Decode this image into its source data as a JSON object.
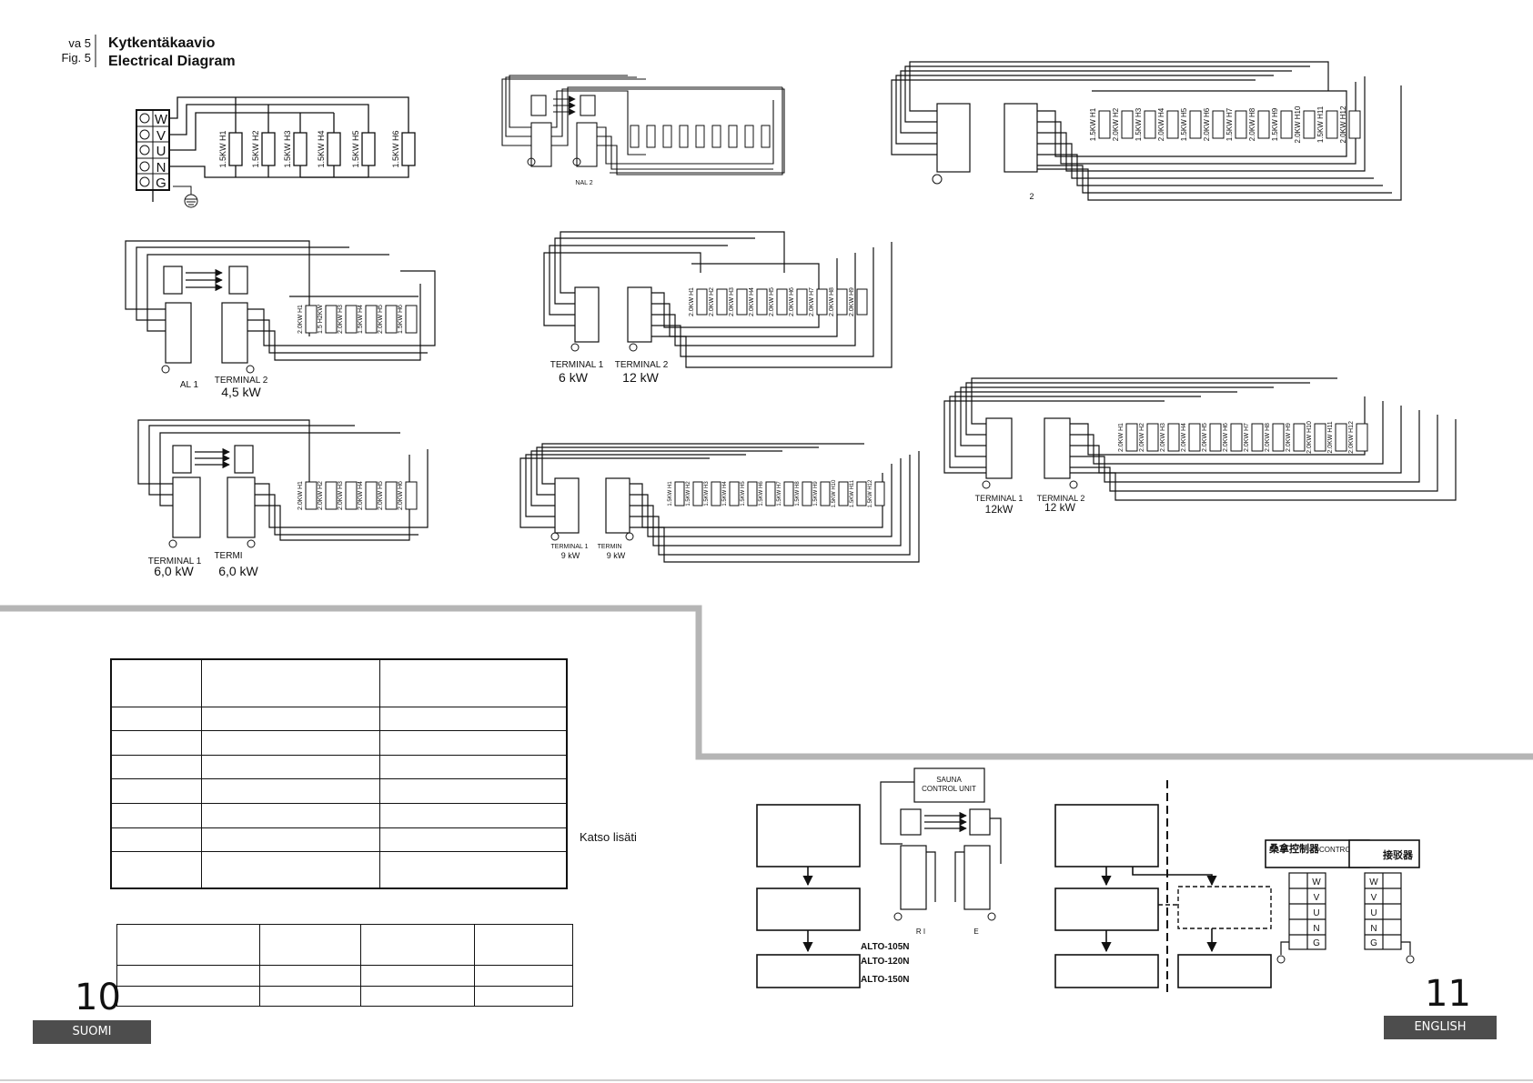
{
  "header": {
    "fig_fi": "va 5",
    "fig_en": "Fig. 5",
    "title_fi": "Kytkentäkaavio",
    "title_en": "Electrical Diagram"
  },
  "terminal_letters": [
    "W",
    "V",
    "U",
    "N",
    "G"
  ],
  "diagram1": {
    "resistors": [
      "1.5KW H1",
      "1.5KW H2",
      "1.5KW H3",
      "1.5KW H4",
      "1.5KW H5",
      "1.5KW H6"
    ]
  },
  "diagram2": {
    "label": "NAL 2"
  },
  "diagram3": {
    "resistors": [
      "1.5KW H1",
      "2.0KW H2",
      "1.5KW H3",
      "2.0KW H4",
      "1.5KW H5",
      "2.0KW H6",
      "1.5KW H7",
      "2.0KW H8",
      "1.5KW H9",
      "2.0KW H10",
      "1.5KW H11",
      "2.0KW H12"
    ],
    "label": "2"
  },
  "diagram4": {
    "resistors": [
      "2.0KW H1",
      "1.5 H2KW",
      "2.0KW H3",
      "1.5KW H4",
      "2.0KW H5",
      "1.5KW H6"
    ],
    "label_left": "AL 1",
    "label_right": "TERMINAL 2",
    "power": "4,5 kW"
  },
  "diagram5": {
    "resistors": [
      "2.0KW H1",
      "2.0KW H2",
      "2.0KW H3",
      "2.0KW H4",
      "2.0KW H5",
      "2.0KW H6",
      "2.0KW H7",
      "2.0KW H8",
      "2.0KW H9"
    ],
    "t1": "TERMINAL 1",
    "t2": "TERMINAL 2",
    "p1": "6 kW",
    "p2": "12 kW"
  },
  "diagram6": {
    "resistors": [
      "2.0KW H1",
      "2.0KW H2",
      "2.0KW H3",
      "2.0KW H4",
      "2.0KW H5",
      "2.0KW H6",
      "2.0KW H7",
      "2.0KW H8",
      "2.0KW H9",
      "2.0KW H10",
      "2.0KW H11",
      "2.0KW H12"
    ],
    "t1": "TERMINAL 1",
    "t2": "TERMINAL 2",
    "p1": "12kW",
    "p2": "12 kW"
  },
  "diagram7": {
    "resistors": [
      "2.0KW H1",
      "2.0KW H2",
      "2.0KW H3",
      "2.0KW H4",
      "2.0KW H5",
      "2.0KW H6"
    ],
    "t1": "TERMINAL 1",
    "t2": "TERMI",
    "p1": "6,0 kW",
    "p2": "6,0 kW"
  },
  "diagram8": {
    "resistors": [
      "1.5KW H1",
      "1.5KW H2",
      "1.5KW H3",
      "1.5KW H4",
      "1.5KW H5",
      "1.5KW H6",
      "1.5KW H7",
      "1.5KW H8",
      "1.5KW H9",
      "1.5KW H10",
      "1.5KW H11",
      "1.5KW H12"
    ],
    "t1": "TERMINAL 1",
    "t2": "TERMIN",
    "p1": "9 kW",
    "p2": "9 kW"
  },
  "katso": "Katso lisäti",
  "control": {
    "unit_line1": "SAUNA",
    "unit_line2": "CONTROL UNIT",
    "r": "R  I",
    "e": "E"
  },
  "models": [
    "ALTO-105N",
    "ALTO-120N",
    "ALTO-150N"
  ],
  "chinese": {
    "box1_cn": "桑拿控制器",
    "box1_en": "CONTROL U",
    "box2_cn": "接驳器"
  },
  "footer": {
    "page_left": "10",
    "page_right": "11",
    "lang_left": "SUOMI",
    "lang_right": "ENGLISH"
  }
}
